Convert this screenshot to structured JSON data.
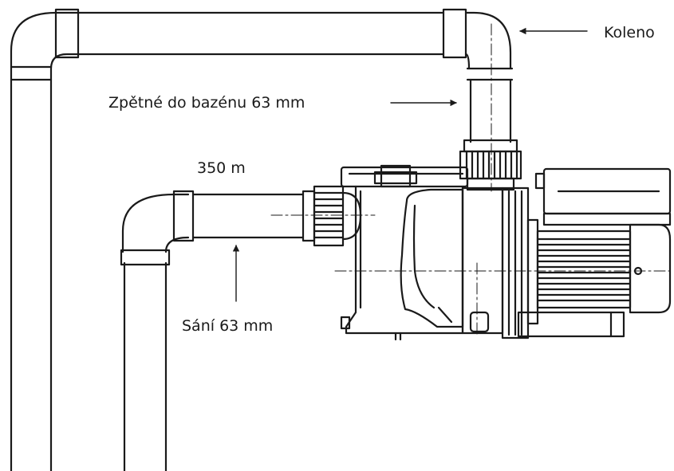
{
  "labels": {
    "elbow": "Koleno",
    "return_line": "Zpětné do bazénu 63 mm",
    "length": "350 m",
    "suction": "Sání 63 mm"
  },
  "colors": {
    "line": "#1a1a1a",
    "background": "#ffffff"
  }
}
